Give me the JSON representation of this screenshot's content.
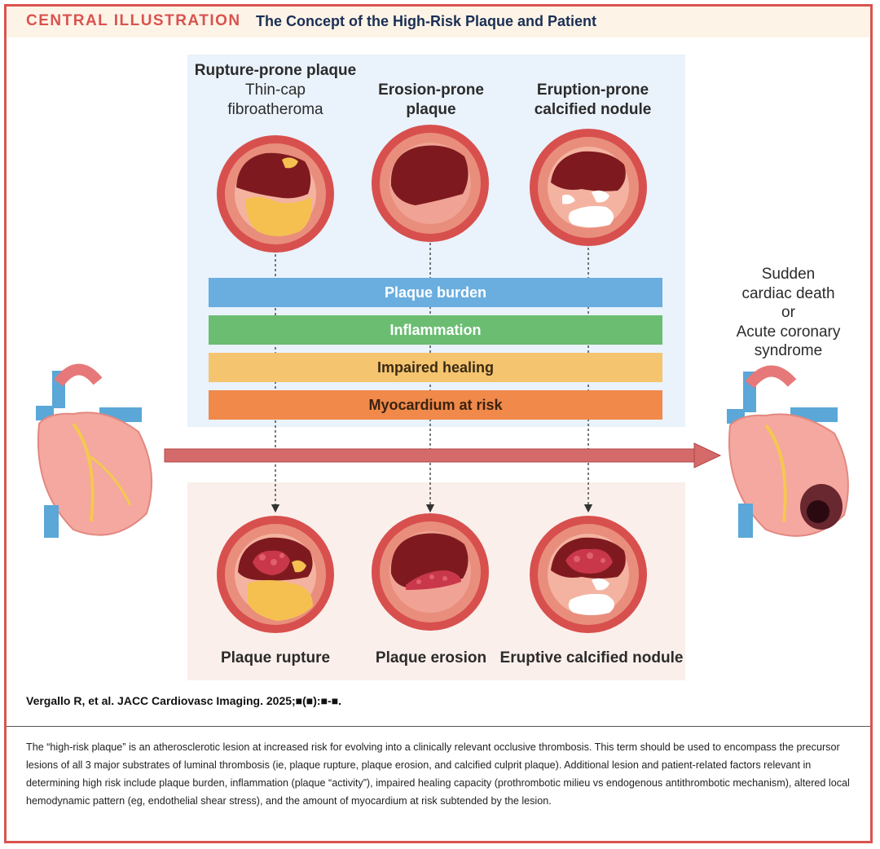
{
  "header": {
    "label": "CENTRAL ILLUSTRATION",
    "title": "The Concept of the High-Risk Plaque and Patient"
  },
  "plaques": [
    {
      "title": "Rupture-prone plaque",
      "subtitle": "Thin-cap fibroatheroma"
    },
    {
      "title": "Erosion-prone plaque",
      "subtitle": ""
    },
    {
      "title": "Eruption-prone calcified nodule",
      "subtitle": ""
    }
  ],
  "bars": [
    {
      "label": "Plaque burden",
      "color": "#6aaee0",
      "text_color": "#ffffff"
    },
    {
      "label": "Inflammation",
      "color": "#6bbd72",
      "text_color": "#ffffff"
    },
    {
      "label": "Impaired healing",
      "color": "#f5c46f",
      "text_color": "#3a2b12"
    },
    {
      "label": "Myocardium at risk",
      "color": "#f0894a",
      "text_color": "#3a2210"
    }
  ],
  "outcomes": {
    "line1": "Sudden",
    "line2": "cardiac death",
    "line3": "or",
    "line4": "Acute coronary",
    "line5": "syndrome"
  },
  "events": [
    {
      "label": "Plaque rupture"
    },
    {
      "label": "Plaque erosion"
    },
    {
      "label": "Eruptive calcified nodule"
    }
  ],
  "citation": "Vergallo R, et al. JACC Cardiovasc Imaging. 2025;■(■):■-■.",
  "caption": "The “high-risk plaque” is an atherosclerotic lesion at increased risk for evolving into a clinically relevant occlusive thrombosis. This term should be used to encompass the precursor lesions of all 3 major substrates of luminal thrombosis (ie, plaque rupture, plaque erosion, and calcified culprit plaque). Additional lesion and patient-related factors relevant in determining high risk include plaque burden, inflammation (plaque “activity”), impaired healing capacity (prothrombotic milieu vs endogenous antithrombotic mechanism), altered local hemodynamic pattern (eg, endothelial shear stress), and the amount of myocardium at risk subtended by the lesion.",
  "colors": {
    "frame": "#d9534f",
    "vessel_outer": "#d7504e",
    "vessel_wall": "#e88a7c",
    "lumen": "#7e1a1f",
    "lipid": "#f5c050",
    "calcium": "#ffffff",
    "thrombus": "#c9374a",
    "arrow": "#d56a6a"
  }
}
